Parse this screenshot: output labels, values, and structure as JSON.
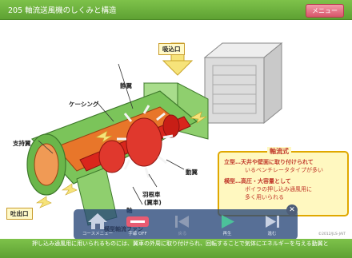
{
  "header": {
    "title": "205 軸流送風機のしくみと構造",
    "menu_label": "メニュー"
  },
  "labels": {
    "suction": "吸込口",
    "stator": "静翼",
    "casing": "ケーシング",
    "support_blade": "支持翼",
    "discharge": "吐出口",
    "rotor_blade": "動翼",
    "impeller": "羽根車",
    "impeller_sub": "(翼車)",
    "shaft": "軸"
  },
  "info": {
    "title": "軸流式",
    "lines": [
      "立型…天井や壁面に取り付けられて",
      "いるベンチレータタイプが多い",
      "横型…高圧・大容量として",
      "ボイラの押し込み通風用に",
      "多く用いられる"
    ]
  },
  "player": {
    "buttons": [
      {
        "label": "コースメニュー",
        "icon": "home-icon",
        "disabled": false
      },
      {
        "label": "字幕 OFF",
        "icon": "caption-toggle-icon",
        "disabled": false
      },
      {
        "label": "戻る",
        "icon": "skip-back-icon",
        "disabled": true
      },
      {
        "label": "再生",
        "icon": "play-icon",
        "disabled": false
      },
      {
        "label": "進む",
        "icon": "skip-forward-icon",
        "disabled": false
      }
    ],
    "close": "✕",
    "caption": "横型軸流ファン"
  },
  "footer": {
    "text": "押し込み通風用に用いられるものには、翼車の外周に取り付けられ、回転することで気体にエネルギーを与える動翼と"
  },
  "copyright": "©2012/JLS-JAIT",
  "colors": {
    "bar_green": "#6cb33e",
    "menu_pink": "#e26a7e",
    "info_border": "#e0a800",
    "info_text": "#c0392b"
  }
}
